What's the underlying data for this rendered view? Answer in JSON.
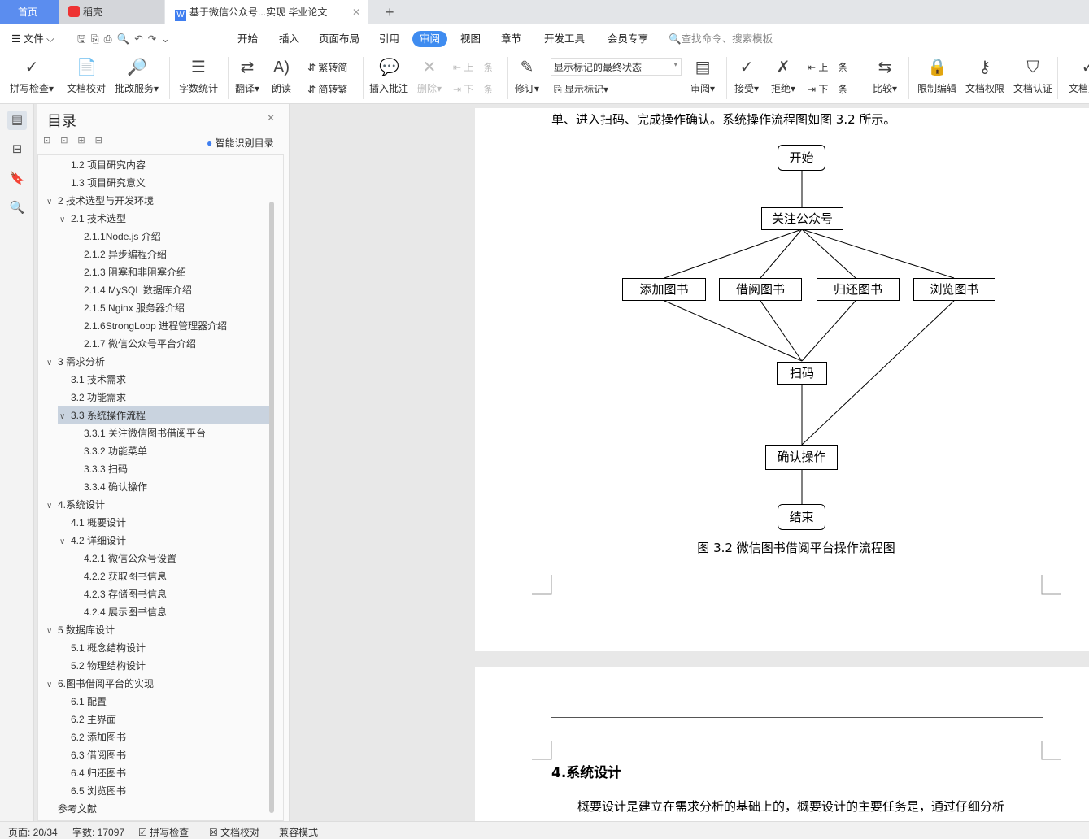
{
  "tabs": {
    "home": "首页",
    "daoke": "稻壳",
    "doc": "基于微信公众号...实现 毕业论文",
    "new": "+"
  },
  "menu": {
    "file": "文件",
    "items": [
      "开始",
      "插入",
      "页面布局",
      "引用",
      "审阅",
      "视图",
      "章节",
      "开发工具",
      "会员专享"
    ],
    "active": "审阅",
    "search": "查找命令、搜索模板"
  },
  "ribbon": {
    "spell": "拼写检查",
    "proof": "文档校对",
    "correct": "批改服务",
    "wordcount": "字数统计",
    "translate": "翻译",
    "read": "朗读",
    "t2s": "繁转简",
    "s2t": "简转繁",
    "insert_comment": "插入批注",
    "delete": "删除",
    "prev_c": "上一条",
    "next_c": "下一条",
    "revise": "修订",
    "markup_state": "显示标记的最终状态",
    "show_markup": "显示标记",
    "review": "审阅",
    "accept": "接受",
    "reject": "拒绝",
    "prev": "上一条",
    "next": "下一条",
    "compare": "比较",
    "restrict": "限制编辑",
    "perm": "文档权限",
    "cert": "文档认证",
    "final": "文档定稿"
  },
  "toc": {
    "title": "目录",
    "smart": "智能识别目录",
    "items": [
      {
        "t": "1.2 项目研究内容",
        "l": 2,
        "c": ""
      },
      {
        "t": "1.3 项目研究意义",
        "l": 2,
        "c": ""
      },
      {
        "t": "2 技术选型与开发环境",
        "l": 1,
        "c": "v"
      },
      {
        "t": "2.1 技术选型",
        "l": 2,
        "c": "v"
      },
      {
        "t": "2.1.1Node.js 介绍",
        "l": 3,
        "c": ""
      },
      {
        "t": "2.1.2 异步编程介绍",
        "l": 3,
        "c": ""
      },
      {
        "t": "2.1.3 阻塞和非阻塞介绍",
        "l": 3,
        "c": ""
      },
      {
        "t": "2.1.4 MySQL 数据库介绍",
        "l": 3,
        "c": ""
      },
      {
        "t": "2.1.5 Nginx 服务器介绍",
        "l": 3,
        "c": ""
      },
      {
        "t": "2.1.6StrongLoop 进程管理器介绍",
        "l": 3,
        "c": ""
      },
      {
        "t": "2.1.7 微信公众号平台介绍",
        "l": 3,
        "c": ""
      },
      {
        "t": "3 需求分析",
        "l": 1,
        "c": "v"
      },
      {
        "t": "3.1 技术需求",
        "l": 2,
        "c": ""
      },
      {
        "t": "3.2 功能需求",
        "l": 2,
        "c": ""
      },
      {
        "t": "3.3 系统操作流程",
        "l": 2,
        "c": "v",
        "sel": true
      },
      {
        "t": "3.3.1 关注微信图书借阅平台",
        "l": 3,
        "c": ""
      },
      {
        "t": "3.3.2 功能菜单",
        "l": 3,
        "c": ""
      },
      {
        "t": "3.3.3 扫码",
        "l": 3,
        "c": ""
      },
      {
        "t": "3.3.4 确认操作",
        "l": 3,
        "c": ""
      },
      {
        "t": "4.系统设计",
        "l": 1,
        "c": "v"
      },
      {
        "t": "4.1 概要设计",
        "l": 2,
        "c": ""
      },
      {
        "t": "4.2 详细设计",
        "l": 2,
        "c": "v"
      },
      {
        "t": "4.2.1 微信公众号设置",
        "l": 3,
        "c": ""
      },
      {
        "t": "4.2.2 获取图书信息",
        "l": 3,
        "c": ""
      },
      {
        "t": "4.2.3 存储图书信息",
        "l": 3,
        "c": ""
      },
      {
        "t": "4.2.4 展示图书信息",
        "l": 3,
        "c": ""
      },
      {
        "t": "5 数据库设计",
        "l": 1,
        "c": "v"
      },
      {
        "t": "5.1 概念结构设计",
        "l": 2,
        "c": ""
      },
      {
        "t": "5.2 物理结构设计",
        "l": 2,
        "c": ""
      },
      {
        "t": "6.图书借阅平台的实现",
        "l": 1,
        "c": "v"
      },
      {
        "t": "6.1 配置",
        "l": 2,
        "c": ""
      },
      {
        "t": "6.2 主界面",
        "l": 2,
        "c": ""
      },
      {
        "t": "6.2 添加图书",
        "l": 2,
        "c": ""
      },
      {
        "t": "6.3 借阅图书",
        "l": 2,
        "c": ""
      },
      {
        "t": "6.4 归还图书",
        "l": 2,
        "c": ""
      },
      {
        "t": "6.5 浏览图书",
        "l": 2,
        "c": ""
      },
      {
        "t": "参考文献",
        "l": 1,
        "c": ""
      }
    ]
  },
  "doc": {
    "intro": "单、进入扫码、完成操作确认。系统操作流程图如图 3.2 所示。",
    "flow": {
      "start": "开始",
      "follow": "关注公众号",
      "add": "添加图书",
      "borrow": "借阅图书",
      "return": "归还图书",
      "browse": "浏览图书",
      "scan": "扫码",
      "confirm": "确认操作",
      "end": "结束"
    },
    "caption": "图 3.2 微信图书借阅平台操作流程图",
    "heading": "4.系统设计",
    "para": "概要设计是建立在需求分析的基础上的，概要设计的主要任务是，通过仔细分析"
  },
  "status": {
    "page": "页面: 20/34",
    "words": "字数: 17097",
    "spell": "拼写检查",
    "proof": "文档校对",
    "compat": "兼容模式"
  }
}
